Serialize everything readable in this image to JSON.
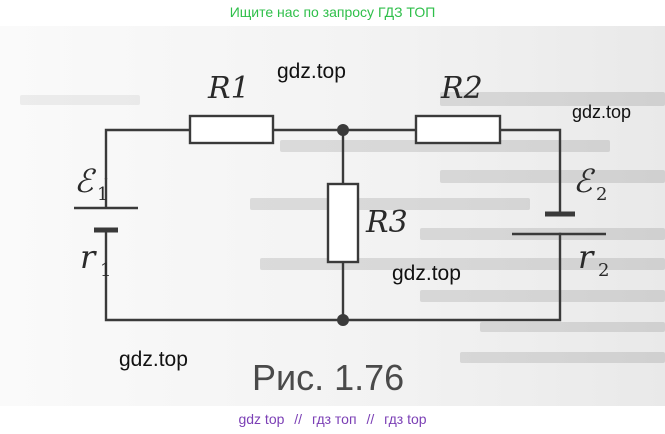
{
  "banner": {
    "text": "Ищите нас по запросу ГДЗ ТОП",
    "color": "#2fbf4a"
  },
  "circuit": {
    "r1_label": "R1",
    "r2_label": "R2",
    "r3_label": "R3",
    "emf1_symbol": "ℰ",
    "emf1_sub": "1",
    "emf2_symbol": "ℰ",
    "emf2_sub": "2",
    "r_int1_letter": "r",
    "r_int1_sub": "1",
    "r_int2_letter": "r",
    "r_int2_sub": "2",
    "caption": "Рис. 1.76"
  },
  "watermarks": [
    "gdz.top",
    "gdz.top",
    "gdz.top",
    "gdz.top"
  ],
  "footer": {
    "links": [
      "gdz top",
      "гдз топ",
      "гдз top"
    ],
    "separator": "//",
    "color": "#7b3fb5"
  }
}
